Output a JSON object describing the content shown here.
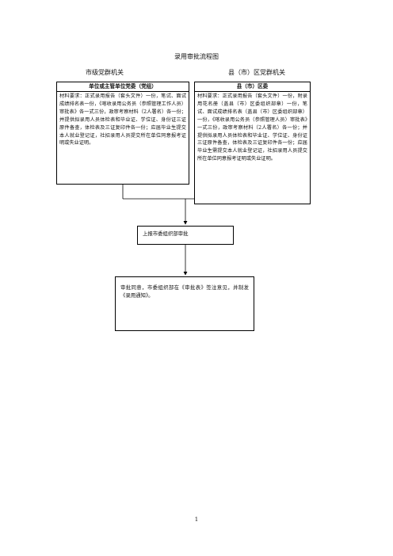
{
  "title": "录用审批流程图",
  "left_column_label": "市级党群机关",
  "right_column_label": "县（市）区党群机关",
  "left_box": {
    "heading": "单位或主管单位党委（党组）",
    "body": "材料要求：正式录用报告（套头文件）一份，笔试、面试成绩排名表一份，《喀收录用公务员（参照管理工作人员）审批表》各一式三份，政审考察材料（2人署名）各一份；并提供拟录用人员体检表和毕业证、学位证、身份证三证原件备查，体检表及三证复印件各一份；应届毕业生提交本人就业登记证，社招录用人员提交所在单位同意报考证明或失业证明。"
  },
  "right_box": {
    "heading": "县（市）区委",
    "body": "材料要求：正式录用报告（套头文件）一份，附录用花名册（盖县（市）区委组织部章）一份，笔试、面试成绩排名表（盖县（市）区委组织部章）一份，《喀收录用公务员（参照管理人员）审批表》一式三份，政审考察材料（2人署名）各一份；并提供拟录用人员体检表和毕业证、学位证、身份证三证原件备查，体检表及三证复印件各一份；应届毕业生需提交本人就业登记证，社招录用人员提交所在单位同意报考证明或失业证明。"
  },
  "middle_box": {
    "text": "上报市委组织部审批"
  },
  "bottom_box": {
    "text": "审批同意，市委组织部在《审批表》签注意见，并制发《录用通知》。"
  },
  "page_number": "1"
}
